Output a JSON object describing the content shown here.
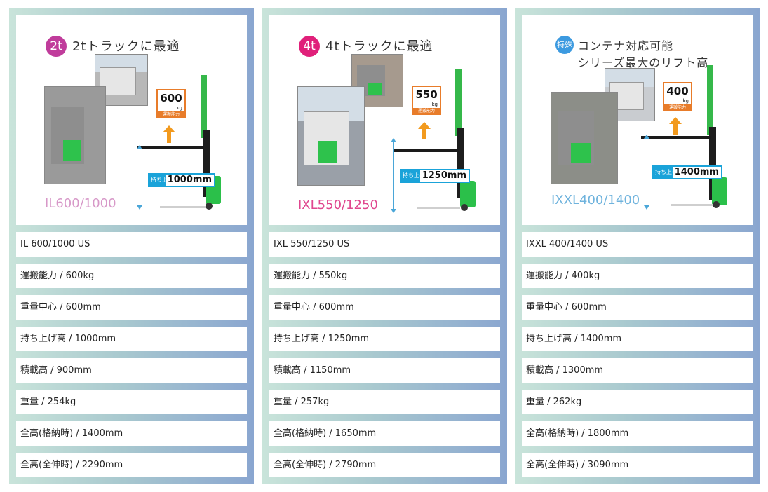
{
  "colors": {
    "card_gradient_start": "#c9e4da",
    "card_gradient_end": "#8aa6d0",
    "badge_2t": "#c03c9b",
    "badge_4t": "#e0207a",
    "badge_special": "#3c9ae0",
    "mast_green": "#35b84a",
    "capacity_orange": "#e87c2a",
    "lift_blue": "#1aa3d9",
    "model_pink_1": "#d798c8",
    "model_pink_2": "#e0478f",
    "model_blue_3": "#6fb3dd"
  },
  "cards": [
    {
      "badge": "2t",
      "title_lines": [
        "2tトラックに最適"
      ],
      "capacity_value": "600",
      "capacity_unit": "kg",
      "capacity_label": "運搬能力",
      "lift_label": "持ち上げ高",
      "lift_value": "1000mm",
      "model_text": "IL600/1000",
      "specs": [
        "IL 600/1000 US",
        "運搬能力 / 600kg",
        "重量中心 / 600mm",
        "持ち上げ高 / 1000mm",
        "積載高 / 900mm",
        "重量 / 254kg",
        "全高(格納時) / 1400mm",
        "全高(全伸時) / 2290mm"
      ]
    },
    {
      "badge": "4t",
      "title_lines": [
        "4tトラックに最適"
      ],
      "capacity_value": "550",
      "capacity_unit": "kg",
      "capacity_label": "運搬能力",
      "lift_label": "持ち上げ高",
      "lift_value": "1250mm",
      "model_text": "IXL550/1250",
      "specs": [
        "IXL 550/1250 US",
        "運搬能力 / 550kg",
        "重量中心 / 600mm",
        "持ち上げ高 / 1250mm",
        "積載高 / 1150mm",
        "重量 / 257kg",
        "全高(格納時) / 1650mm",
        "全高(全伸時) / 2790mm"
      ]
    },
    {
      "badge": "特殊",
      "title_lines": [
        "コンテナ対応可能",
        "シリーズ最大のリフト高"
      ],
      "capacity_value": "400",
      "capacity_unit": "kg",
      "capacity_label": "運搬能力",
      "lift_label": "持ち上げ高",
      "lift_value": "1400mm",
      "model_text": "IXXL400/1400",
      "specs": [
        "IXXL 400/1400 US",
        "運搬能力 / 400kg",
        "重量中心 / 600mm",
        "持ち上げ高 / 1400mm",
        "積載高 / 1300mm",
        "重量 / 262kg",
        "全高(格納時) / 1800mm",
        "全高(全伸時) / 3090mm"
      ]
    }
  ]
}
